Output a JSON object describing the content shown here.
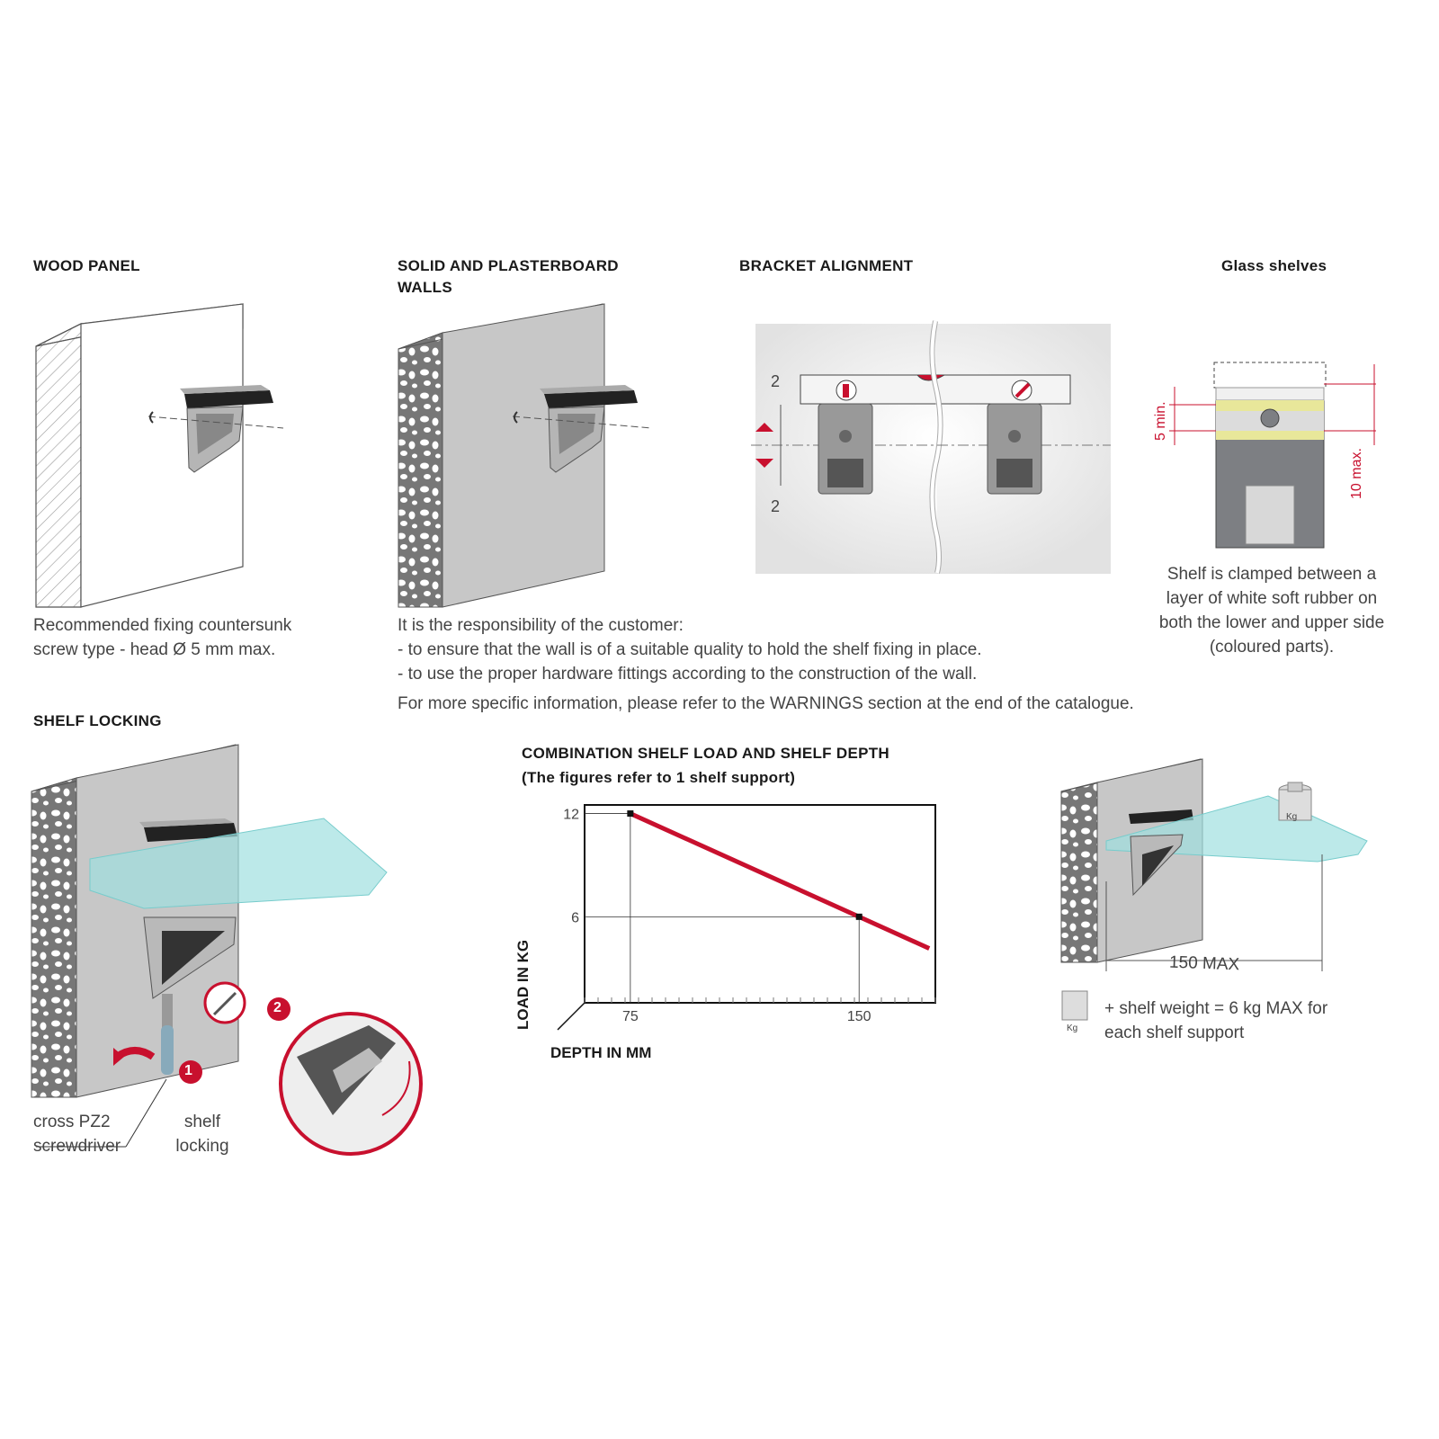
{
  "sections": {
    "wood_panel": {
      "title": "WOOD PANEL",
      "caption_line1": "Recommended fixing countersunk",
      "caption_line2": "screw type - head Ø 5 mm max."
    },
    "solid_walls": {
      "title_line1": "SOLID AND PLASTERBOARD",
      "title_line2": "WALLS",
      "caption_line1": "It is the responsibility of the customer:",
      "caption_line2": "- to ensure that the wall is of a suitable quality to hold the shelf fixing in place.",
      "caption_line3": "- to use the proper hardware fittings according to the construction of the wall.",
      "caption_line4": "For more specific information, please refer to the WARNINGS section at the end of the catalogue."
    },
    "bracket_alignment": {
      "title": "BRACKET ALIGNMENT",
      "upper_value": "2",
      "lower_value": "2"
    },
    "glass_shelves": {
      "title": "Glass shelves",
      "min_label": "5 min.",
      "max_label": "10 max.",
      "caption_line1": "Shelf is clamped between a",
      "caption_line2": "layer of white soft rubber on",
      "caption_line3": "both the lower and upper side",
      "caption_line4": "(coloured parts)."
    },
    "shelf_locking": {
      "title": "SHELF LOCKING",
      "step1": "1",
      "step2": "2",
      "tool_line1": "cross PZ2",
      "tool_line2": "screwdriver",
      "lock_line1": "shelf",
      "lock_line2": "locking"
    },
    "load_weight": {
      "kg_label": "Kg",
      "kg_label_small": "Kg",
      "depth_label": "150 MAX",
      "caption_line1": "+ shelf weight = 6 kg MAX for",
      "caption_line2": "each shelf support"
    }
  },
  "colors": {
    "accent_red": "#c8102e",
    "glass": "#9fdfe0",
    "rubber_yellow": "#e8e79a",
    "wall_gray": "#c7c7c7"
  },
  "chart_data": {
    "type": "line",
    "title": "COMBINATION SHELF LOAD AND SHELF DEPTH",
    "subtitle": "(The figures refer to 1 shelf support)",
    "xlabel": "DEPTH IN MM",
    "ylabel": "LOAD IN KG",
    "x_ticks": [
      75,
      150
    ],
    "y_ticks": [
      12,
      6
    ],
    "xlim": [
      60,
      175
    ],
    "ylim": [
      1,
      12.5
    ],
    "series": [
      {
        "x": [
          75,
          150
        ],
        "y": [
          12,
          6
        ],
        "color": "#c8102e"
      }
    ]
  }
}
